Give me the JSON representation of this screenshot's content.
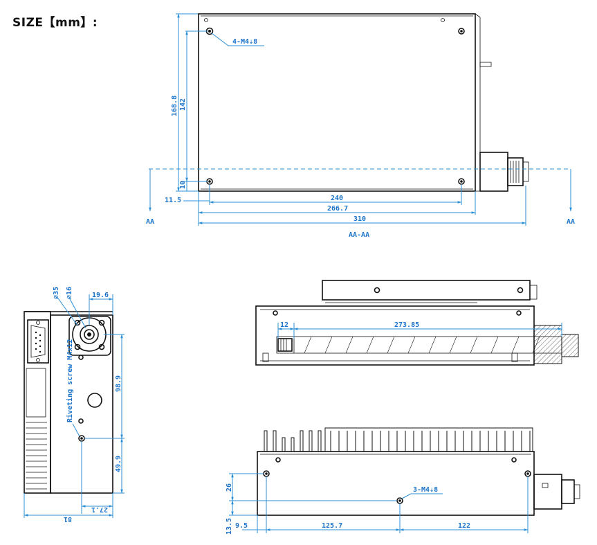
{
  "heading": "SIZE【mm】:",
  "top_view": {
    "dims": {
      "height_total": "168.8",
      "height_holes": "142",
      "bottom_offset": "10",
      "left_offset": "11.5",
      "hole_span": "240",
      "body_width": "266.7",
      "overall_width": "310"
    },
    "hole_callout": "4-M4⇣8",
    "section_marks": [
      "AA",
      "AA"
    ],
    "section_label": "AA-AA"
  },
  "end_view": {
    "dims": {
      "dia_outer": "⌀35",
      "dia_inner": "⌀16",
      "offset_right": "19.6",
      "height_upper": "98.9",
      "height_lower": "49.9",
      "offset_hole": "27.1",
      "overall_depth": "81"
    },
    "rivet_note": "Riveting screw M4x12"
  },
  "section_view": {
    "dims": {
      "short": "12",
      "long": "273.85"
    }
  },
  "side_view": {
    "hole_callout": "3-M4⇣8",
    "dims": {
      "height_hole": "26",
      "bottom": "13.5",
      "left": "9.5",
      "span_left": "125.7",
      "span_right": "122"
    }
  }
}
